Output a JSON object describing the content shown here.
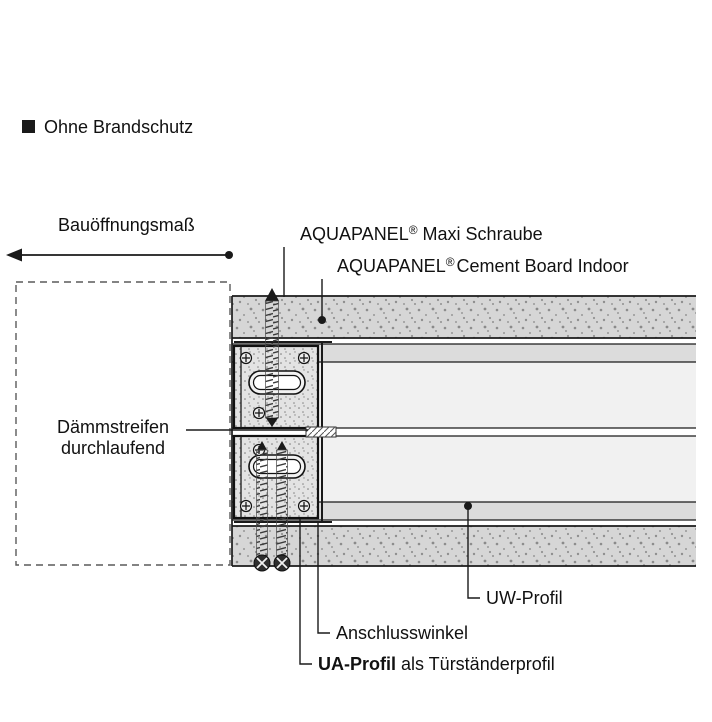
{
  "heading": {
    "label": "Ohne Brandschutz"
  },
  "dimension": {
    "label": "Bauöffnungsmaß"
  },
  "callouts": {
    "maxi": {
      "brand": "AQUAPANEL",
      "reg": "®",
      "rest": "Maxi Schraube"
    },
    "board": {
      "brand": "AQUAPANEL",
      "reg": "®",
      "rest": "Cement Board Indoor"
    },
    "daemmstreifen": {
      "line1": "Dämmstreifen",
      "line2": "durchlaufend"
    },
    "uw_profil": "UW-Profil",
    "anschlusswinkel": "Anschlusswinkel",
    "ua_profil": {
      "bold": "UA-Profil",
      "rest": "als Türständerprofil"
    }
  },
  "colors": {
    "line": "#1a1a1a",
    "board_fill": "#d6d6d6",
    "flange_fill": "#dcdcdc",
    "cavity_fill": "#f1f1f1",
    "profile_fill": "#e3e3e3"
  }
}
